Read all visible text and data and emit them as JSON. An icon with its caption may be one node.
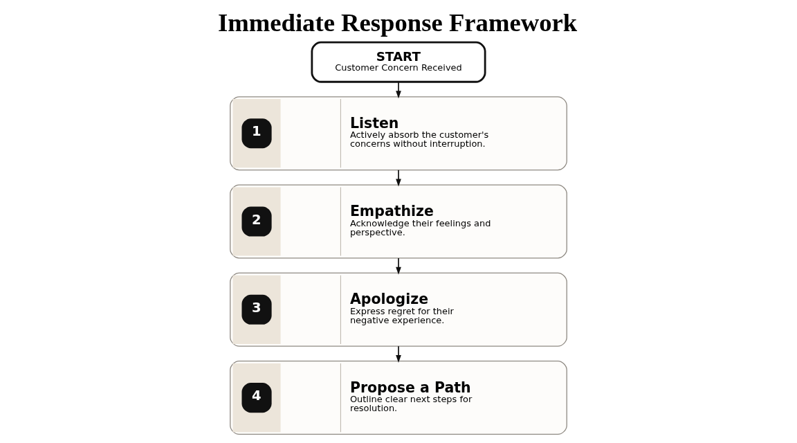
{
  "diagram": {
    "title": "Immediate Response Framework",
    "nodes": [
      {
        "text": [
          "START",
          "Customer Concern Received"
        ]
      },
      {
        "text": [
          "1",
          "Listen",
          "Actively absorb the customer's concerns without interruption."
        ]
      },
      {
        "text": [
          "2",
          "Empathize",
          "Acknowledge their feelings and perspective."
        ]
      },
      {
        "text": [
          "3",
          "Apologize",
          "Express regret for their negative experience."
        ]
      },
      {
        "text": [
          "4",
          "Propose a Path",
          "Outline clear next steps for resolution."
        ]
      }
    ],
    "edges": [
      {
        "from": 0,
        "to": 1,
        "arrow": "to"
      },
      {
        "from": 1,
        "to": 2,
        "arrow": "to"
      },
      {
        "from": 2,
        "to": 3,
        "arrow": "to"
      },
      {
        "from": 3,
        "to": 4,
        "arrow": "to"
      }
    ]
  }
}
